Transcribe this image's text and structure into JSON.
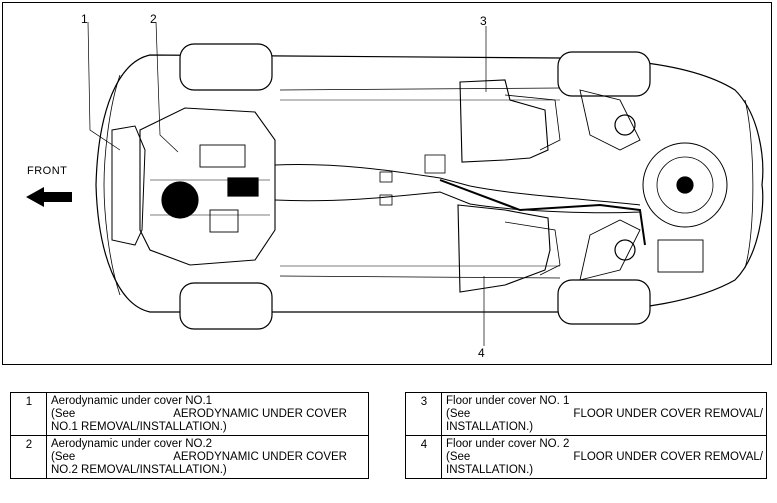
{
  "front_label": "FRONT",
  "callouts": [
    "1",
    "2",
    "3",
    "4"
  ],
  "legend_left": [
    {
      "num": "1",
      "title": "Aerodynamic under cover NO.1",
      "see": "(See",
      "ref_a": "AERODYNAMIC UNDER COVER",
      "ref_b": "NO.1 REMOVAL/INSTALLATION.)"
    },
    {
      "num": "2",
      "title": "Aerodynamic under cover NO.2",
      "see": "(See",
      "ref_a": "AERODYNAMIC UNDER COVER",
      "ref_b": "NO.2 REMOVAL/INSTALLATION.)"
    }
  ],
  "legend_right": [
    {
      "num": "3",
      "title": "Floor under cover NO. 1",
      "see": "(See",
      "ref_a": "FLOOR UNDER COVER REMOVAL/",
      "ref_b": "INSTALLATION.)"
    },
    {
      "num": "4",
      "title": "Floor under cover NO. 2",
      "see": "(See",
      "ref_a": "FLOOR UNDER COVER REMOVAL/",
      "ref_b": "INSTALLATION.)"
    }
  ]
}
